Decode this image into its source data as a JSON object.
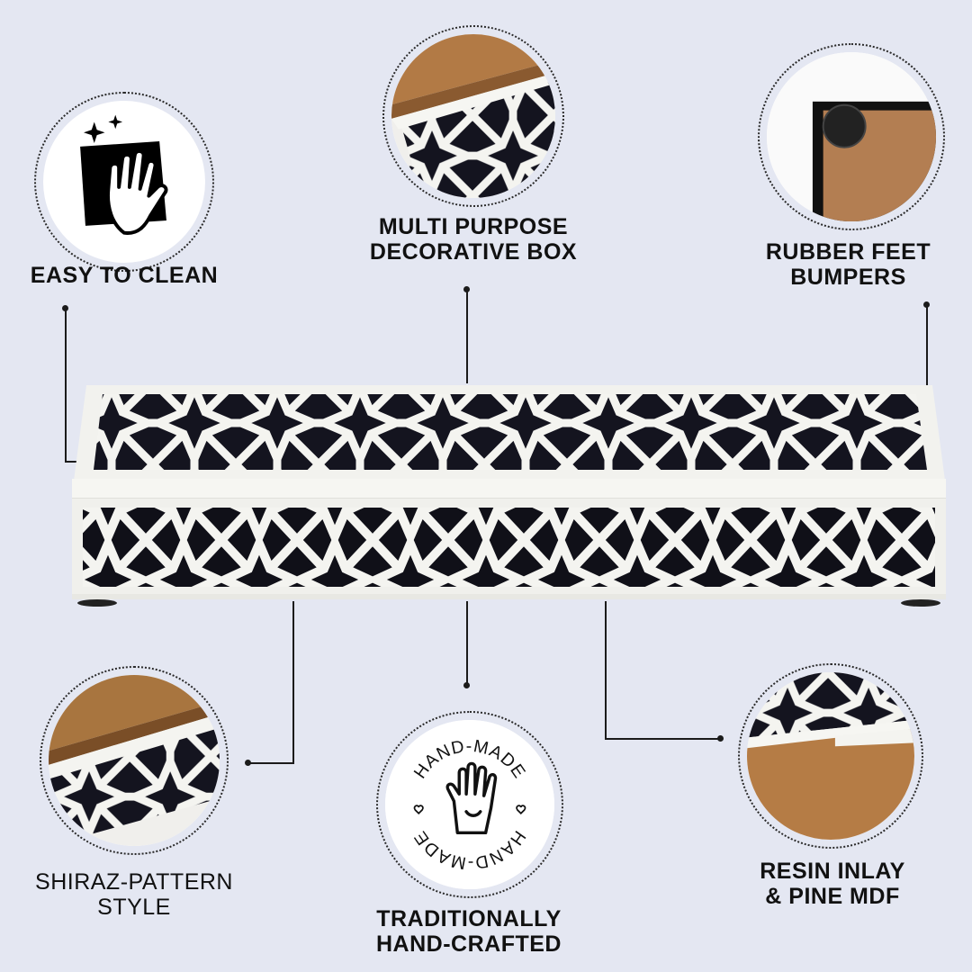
{
  "features": {
    "easy_clean": {
      "line1": "EASY TO CLEAN",
      "icon": "hand-wiping-cloth-icon"
    },
    "multi_purpose": {
      "line1": "MULTI PURPOSE",
      "line2": "DECORATIVE BOX"
    },
    "rubber_feet": {
      "line1": "RUBBER FEET",
      "line2": "BUMPERS"
    },
    "shiraz": {
      "line1": "SHIRAZ-PATTERN",
      "line2": "STYLE"
    },
    "handcrafted": {
      "line1": "TRADITIONALLY",
      "line2": "HAND-CRAFTED",
      "badge_text": "HAND-MADE",
      "badge_icon": "raised-hand-icon"
    },
    "resin": {
      "line1": "RESIN INLAY",
      "line2": "& PINE MDF"
    }
  },
  "colors": {
    "background": "#e4e7f2",
    "box_black": "#14141f",
    "inlay_white": "#f4f4f0",
    "wood": "#b27a45"
  }
}
